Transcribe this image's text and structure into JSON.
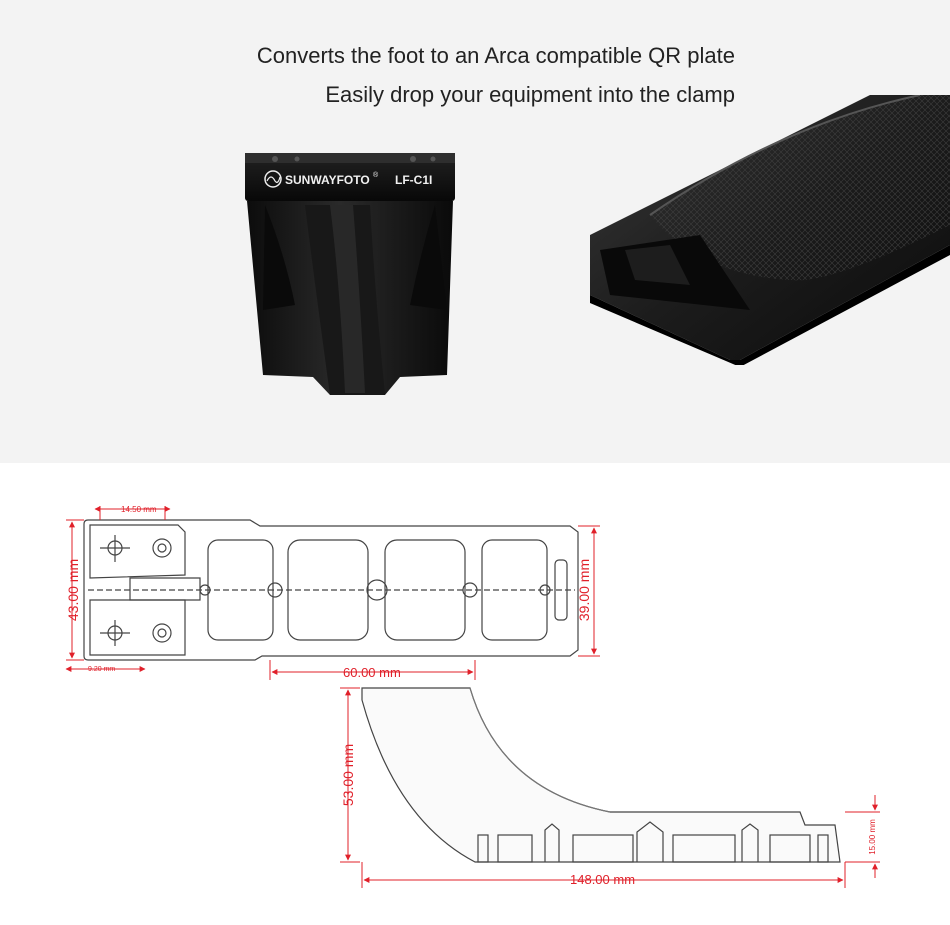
{
  "captions": {
    "line1": "Converts the foot to an Arca compatible QR plate",
    "line2": "Easily drop your equipment into the clamp"
  },
  "product": {
    "brand": "SUNWAYFOTO",
    "registered_mark": "®",
    "model": "LF-C1I"
  },
  "colors": {
    "panel_background": "#f3f3f3",
    "product_black": "#151515",
    "dimension_red": "#e0202a",
    "drawing_line": "#444444"
  },
  "dimensions": {
    "top_hole_spacing": "14.50 mm",
    "left_height": "43.00 mm",
    "right_height": "39.00 mm",
    "bottom_offset": "9.20 mm",
    "slot_span": "60.00 mm",
    "side_height": "53.00 mm",
    "base_thickness": "15.00 mm",
    "overall_length": "148.00 mm"
  }
}
